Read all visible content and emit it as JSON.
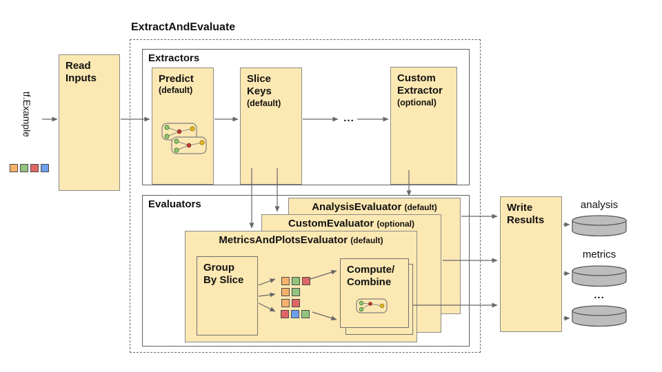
{
  "title": "ExtractAndEvaluate",
  "input": {
    "label": "tf.Example"
  },
  "read_inputs": {
    "name": "Read\nInputs"
  },
  "extractors": {
    "label": "Extractors",
    "predict": {
      "name": "Predict",
      "qualifier": "(default)"
    },
    "slice_keys": {
      "name": "Slice\nKeys",
      "qualifier": "(default)"
    },
    "ellipsis": "...",
    "custom_extractor": {
      "name": "Custom\nExtractor",
      "qualifier": "(optional)"
    }
  },
  "evaluators": {
    "label": "Evaluators",
    "analysis_evaluator": {
      "name": "AnalysisEvaluator",
      "qualifier": "(default)"
    },
    "custom_evaluator": {
      "name": "CustomEvaluator",
      "qualifier": "(optional)"
    },
    "metrics_and_plots_evaluator": {
      "name": "MetricsAndPlotsEvaluator",
      "qualifier": "(default)"
    },
    "group_by_slice": {
      "name": "Group\nBy Slice"
    },
    "compute_combine": {
      "name": "Compute/\nCombine"
    }
  },
  "write_results": {
    "name": "Write\nResults"
  },
  "outputs": {
    "analysis_label": "analysis",
    "metrics_label": "metrics",
    "more_label": "..."
  },
  "legend_squares": [
    "orange",
    "green",
    "red",
    "blue"
  ],
  "slice_grid_rows": [
    [
      "orange",
      "green",
      "red"
    ],
    [
      "orange",
      "green"
    ],
    [
      "orange",
      "red"
    ],
    [
      "red",
      "blue",
      "green"
    ]
  ],
  "colors": {
    "box_fill": "#FCE8B2",
    "box_border": "#8a8a8a",
    "container_border": "#5f5f5f",
    "arrow": "#666666",
    "orange": "#F6B26B",
    "green": "#93C47D",
    "red": "#E06666",
    "blue": "#6D9EEB",
    "node_red": "#BE3A2E",
    "node_yellow": "#E6B422",
    "cylinder_fill": "#BDBDBD",
    "cylinder_stroke": "#595959"
  }
}
